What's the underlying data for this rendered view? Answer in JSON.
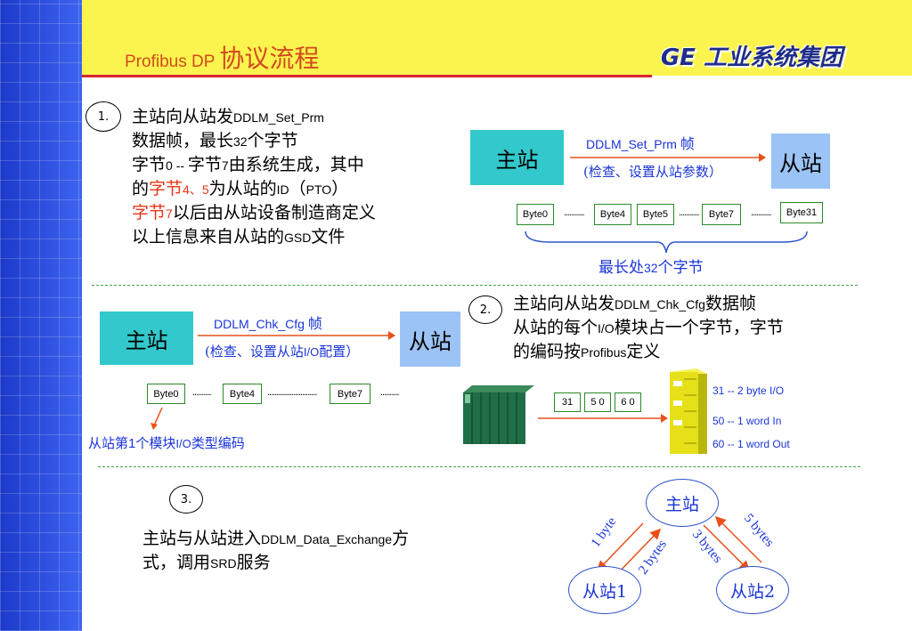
{
  "header": {
    "title_latin": "Profibus DP ",
    "title_cn": "协议流程",
    "brand": "GE 工业系统集团"
  },
  "step1": {
    "number": "1.",
    "line1a": "主站向从站发",
    "line1b": "DDLM_Set_Prm",
    "line2a": "数据帧，最长",
    "line2b": "32",
    "line2c": "个字节",
    "line3a": "字节",
    "line3b": "0 -- ",
    "line3c": "字节",
    "line3d": "7",
    "line3e": "由系统生成，其中",
    "line4a": "的",
    "line4b": "字节",
    "line4c": "4、5",
    "line4d": "为从站的",
    "line4e": "ID",
    "line4f": "（",
    "line4g": "PTO",
    "line4h": "）",
    "line5a": "字节",
    "line5b": "7",
    "line5c": "以后由从站设备制造商定义",
    "line6a": "以上信息来自从站的",
    "line6b": "GSD",
    "line6c": "文件"
  },
  "diagram1": {
    "master": "主站",
    "slave": "从站",
    "frame_label_a": "DDLM_Set_Prm ",
    "frame_label_b": "帧",
    "frame_sub": "(检查、设置从站参数）",
    "bytes": [
      "Byte0",
      "Byte4",
      "Byte5",
      "Byte7",
      "Byte31"
    ],
    "dots": "...........",
    "brace_label_a": "最长处",
    "brace_label_b": "32",
    "brace_label_c": "个字节"
  },
  "step2": {
    "number": "2.",
    "line1a": "主站向从站发",
    "line1b": "DDLM_Chk_Cfg",
    "line1c": "数据帧",
    "line2a": "从站的每个",
    "line2b": "I/O",
    "line2c": "模块占一个字节，字节",
    "line3a": "的编码按",
    "line3b": "Profibus",
    "line3c": "定义"
  },
  "diagram2": {
    "master": "主站",
    "slave": "从站",
    "frame_label_a": "DDLM_Chk_Cfg ",
    "frame_label_b": "帧",
    "frame_sub_a": "(检查、设置从站",
    "frame_sub_b": "I/O",
    "frame_sub_c": "配置）",
    "bytes": [
      "Byte0",
      "Byte4",
      "Byte7"
    ],
    "dots": "..........",
    "note_a": "从站第",
    "note_b": "1",
    "note_c": "个模块",
    "note_d": "I/O",
    "note_e": "类型编码",
    "codes": [
      "31",
      "5 0",
      "6 0"
    ],
    "legend": [
      "31 -- 2 byte I/O",
      "50 -- 1 word In",
      "60 -- 1 word Out"
    ]
  },
  "step3": {
    "number": "3.",
    "line1a": "主站与从站进入",
    "line1b": "DDLM_Data_Exchange",
    "line1c": "方",
    "line2a": "式，调用",
    "line2b": "SRD",
    "line2c": "服务"
  },
  "diagram3": {
    "master": "主站",
    "slave1": "从站1",
    "slave2": "从站2",
    "label_1byte": "1 byte",
    "label_2bytes": "2 bytes",
    "label_3bytes": "3 bytes",
    "label_5bytes": "5 bytes"
  },
  "colors": {
    "band": "#2a4ce0",
    "header_bg": "#fcf44e",
    "title": "#d24a1e",
    "brand": "#1f2d8a",
    "teal": "#33c9cc",
    "light_blue": "#9bc3f5",
    "arrow": "#e8501a",
    "blue_text": "#1a35d8",
    "separator": "#3aa04a"
  }
}
